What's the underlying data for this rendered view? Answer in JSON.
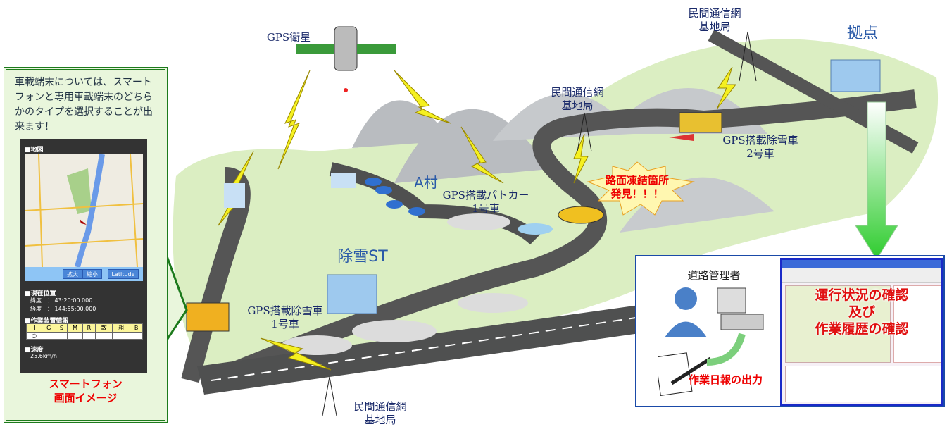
{
  "labels": {
    "gps_satellite": "GPS衛星",
    "base_station_top": [
      "民間通信網",
      "基地局"
    ],
    "base_station_mid": [
      "民間通信網",
      "基地局"
    ],
    "base_station_bottom": [
      "民間通信網",
      "基地局"
    ],
    "hub": "拠点",
    "snowplow2": [
      "GPS搭載除雪車",
      "2号車"
    ],
    "patrol": [
      "GPS搭載パトカー",
      "1号車"
    ],
    "village": "A村",
    "ice_alert": [
      "路面凍結箇所",
      "発見！！！"
    ],
    "snow_station": "除雪ST",
    "snowplow1": [
      "GPS搭載除雪車",
      "1号車"
    ]
  },
  "left_panel": {
    "intro": "車載端末については、スマートフォンと専用車載端末のどちらかのタイプを選択することが出来ます！",
    "caption": [
      "スマートフォン",
      "画面イメージ"
    ],
    "phone": {
      "map_heading": "■地図",
      "buttons": [
        "拡大",
        "縮小",
        "Latitude"
      ],
      "position_heading": "■現在位置",
      "lat_label": "緯度　：",
      "lat": "43:20:00.000",
      "lon_label": "経度　：",
      "lon": "144:55:00.000",
      "equip_heading": "■作業装置情報",
      "equip_cols": [
        "I",
        "G",
        "S",
        "M",
        "R",
        "散",
        "粗",
        "B"
      ],
      "equip_vals": [
        "○",
        "",
        "",
        "",
        "",
        "",
        "",
        ""
      ],
      "speed_heading": "■速度",
      "speed": "25.6km/h"
    }
  },
  "manager": {
    "role": "道路管理者",
    "screen_text": [
      "運行状況の確認",
      "及び",
      "作業履歴の確認"
    ],
    "report": "作業日報の出力"
  }
}
